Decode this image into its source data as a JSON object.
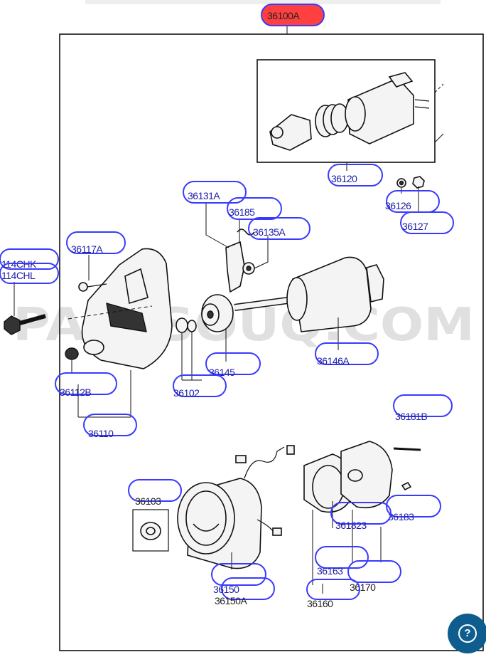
{
  "watermark": "PARTSOUQ.COM",
  "help": {
    "icon": "question-mark-icon",
    "glyph": "?"
  },
  "labels": {
    "assembly": "36100A",
    "solenoid_assy": "36120",
    "nut_a": "36126",
    "nut_b": "36127",
    "lever": "36131A",
    "spring": "36185",
    "lever_pin": "36135A",
    "bolt_small": "36117A",
    "bolt_a": "114CHK",
    "bolt_b": "114CHL",
    "armature_shaft": "36146A",
    "pinion": "36145",
    "stop_ring": "36102",
    "bushing": "36112B",
    "front_housing": "36110",
    "through_bolt": "36181B",
    "cover_washer": "36183",
    "brush_holder": "361823",
    "bearing": "36103",
    "yoke": "36150",
    "yoke_assy": "36150A",
    "brush": "36163",
    "rear_cover": "36170",
    "brush_spring": "36160"
  }
}
